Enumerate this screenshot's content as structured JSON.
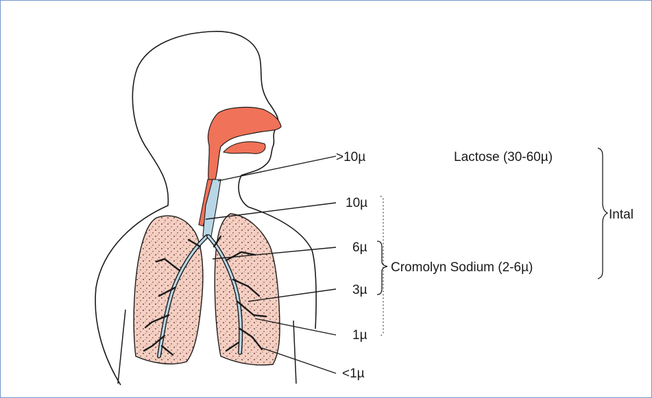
{
  "particle_sizes": [
    ">10µ",
    "10µ",
    "6µ",
    "3µ",
    "1µ",
    "<1µ"
  ],
  "labels": {
    "lactose": "Lactose (30-60µ)",
    "cromolyn": "Cromolyn Sodium (2-6µ)",
    "intal": "Intal"
  },
  "colors": {
    "airway_upper": "#f07258",
    "lung_fill": "#f6cfc2",
    "trachea": "#b9d6e6",
    "outline": "#1a1a1a",
    "border": "#6f94c8"
  }
}
